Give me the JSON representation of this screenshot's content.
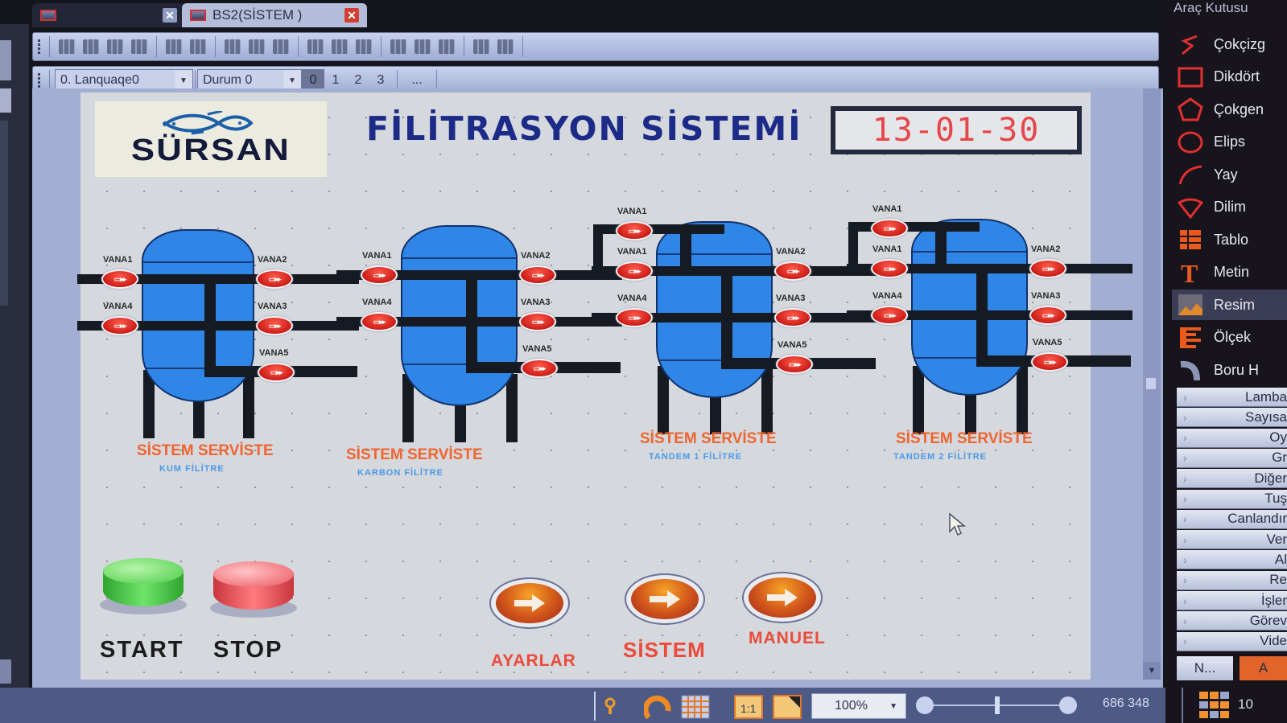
{
  "tabs": [
    {
      "label": "",
      "active": false
    },
    {
      "label": "BS2(SİSTEM )",
      "active": true
    }
  ],
  "toolbar2": {
    "language_combo": "0.  Lanquaqe0",
    "state_combo": "Durum 0",
    "state_buttons": [
      "0",
      "1",
      "2",
      "3"
    ],
    "more_label": "...",
    "selected_state": "0"
  },
  "screen": {
    "logo_text": "SÜRSAN",
    "title": "FİLİTRASYON SİSTEMİ",
    "clock": "13-01-30",
    "tanks": [
      {
        "status": "SİSTEM SERVİSTE",
        "type": "KUM FİLİTRE",
        "valves": {
          "top": null,
          "left_upper": "VANA1",
          "left_lower": "VANA4",
          "right_upper": "VANA2",
          "right_middle": "VANA3",
          "right_lower": "VANA5"
        }
      },
      {
        "status": "SİSTEM SERVİSTE",
        "type": "KARBON FİLİTRE",
        "valves": {
          "top": null,
          "left_upper": "VANA1",
          "left_lower": "VANA4",
          "right_upper": "VANA2",
          "right_middle": "VANA3",
          "right_lower": "VANA5"
        }
      },
      {
        "status": "SİSTEM SERVİSTE",
        "type": "TANDEM 1 FİLİTRE",
        "valves": {
          "top": "VANA1",
          "left_upper": "VANA1",
          "left_lower": "VANA4",
          "right_upper": "VANA2",
          "right_middle": "VANA3",
          "right_lower": "VANA5"
        }
      },
      {
        "status": "SİSTEM SERVİSTE",
        "type": "TANDEM 2 FİLİTRE",
        "valves": {
          "top": "VANA1",
          "left_upper": "VANA1",
          "left_lower": "VANA4",
          "right_upper": "VANA2",
          "right_middle": "VANA3",
          "right_lower": "VANA5"
        }
      }
    ],
    "start_label": "START",
    "stop_label": "STOP",
    "nav_buttons": [
      {
        "label": "AYARLAR"
      },
      {
        "label": "SİSTEM"
      },
      {
        "label": "MANUEL"
      }
    ]
  },
  "toolbox": {
    "title": "Araç Kutusu",
    "tools": [
      {
        "label": "Çokçizg",
        "icon": "polyline-icon"
      },
      {
        "label": "Dikdört",
        "icon": "rectangle-icon"
      },
      {
        "label": "Çokgen",
        "icon": "polygon-icon"
      },
      {
        "label": "Elips",
        "icon": "ellipse-icon"
      },
      {
        "label": "Yay",
        "icon": "arc-icon"
      },
      {
        "label": "Dilim",
        "icon": "pie-slice-icon"
      },
      {
        "label": "Tablo",
        "icon": "table-icon"
      },
      {
        "label": "Metin",
        "icon": "text-icon"
      },
      {
        "label": "Resim",
        "icon": "image-icon",
        "selected": true
      },
      {
        "label": "Ölçek",
        "icon": "scale-icon"
      },
      {
        "label": "Boru H",
        "icon": "pipe-icon"
      }
    ],
    "categories": [
      "Lamba",
      "Sayısa",
      "Oy",
      "Gr",
      "Diğer",
      "Tuş",
      "Canlandır",
      "Ver",
      "Al",
      "Re",
      "İşler",
      "Görev",
      "Vide"
    ],
    "bottom_tabs": [
      "N...",
      "A"
    ]
  },
  "statusbar": {
    "zoom": "100%",
    "coords": "686 348",
    "grid_count": "10"
  },
  "colors": {
    "title": "#1d2b88",
    "status_text": "#f06530",
    "type_text": "#4a9ae8",
    "clock_digits": "#e5474a",
    "tank_fill": "#2f86e6",
    "valve": "#d9231d",
    "nav_label": "#ec4a3a"
  }
}
